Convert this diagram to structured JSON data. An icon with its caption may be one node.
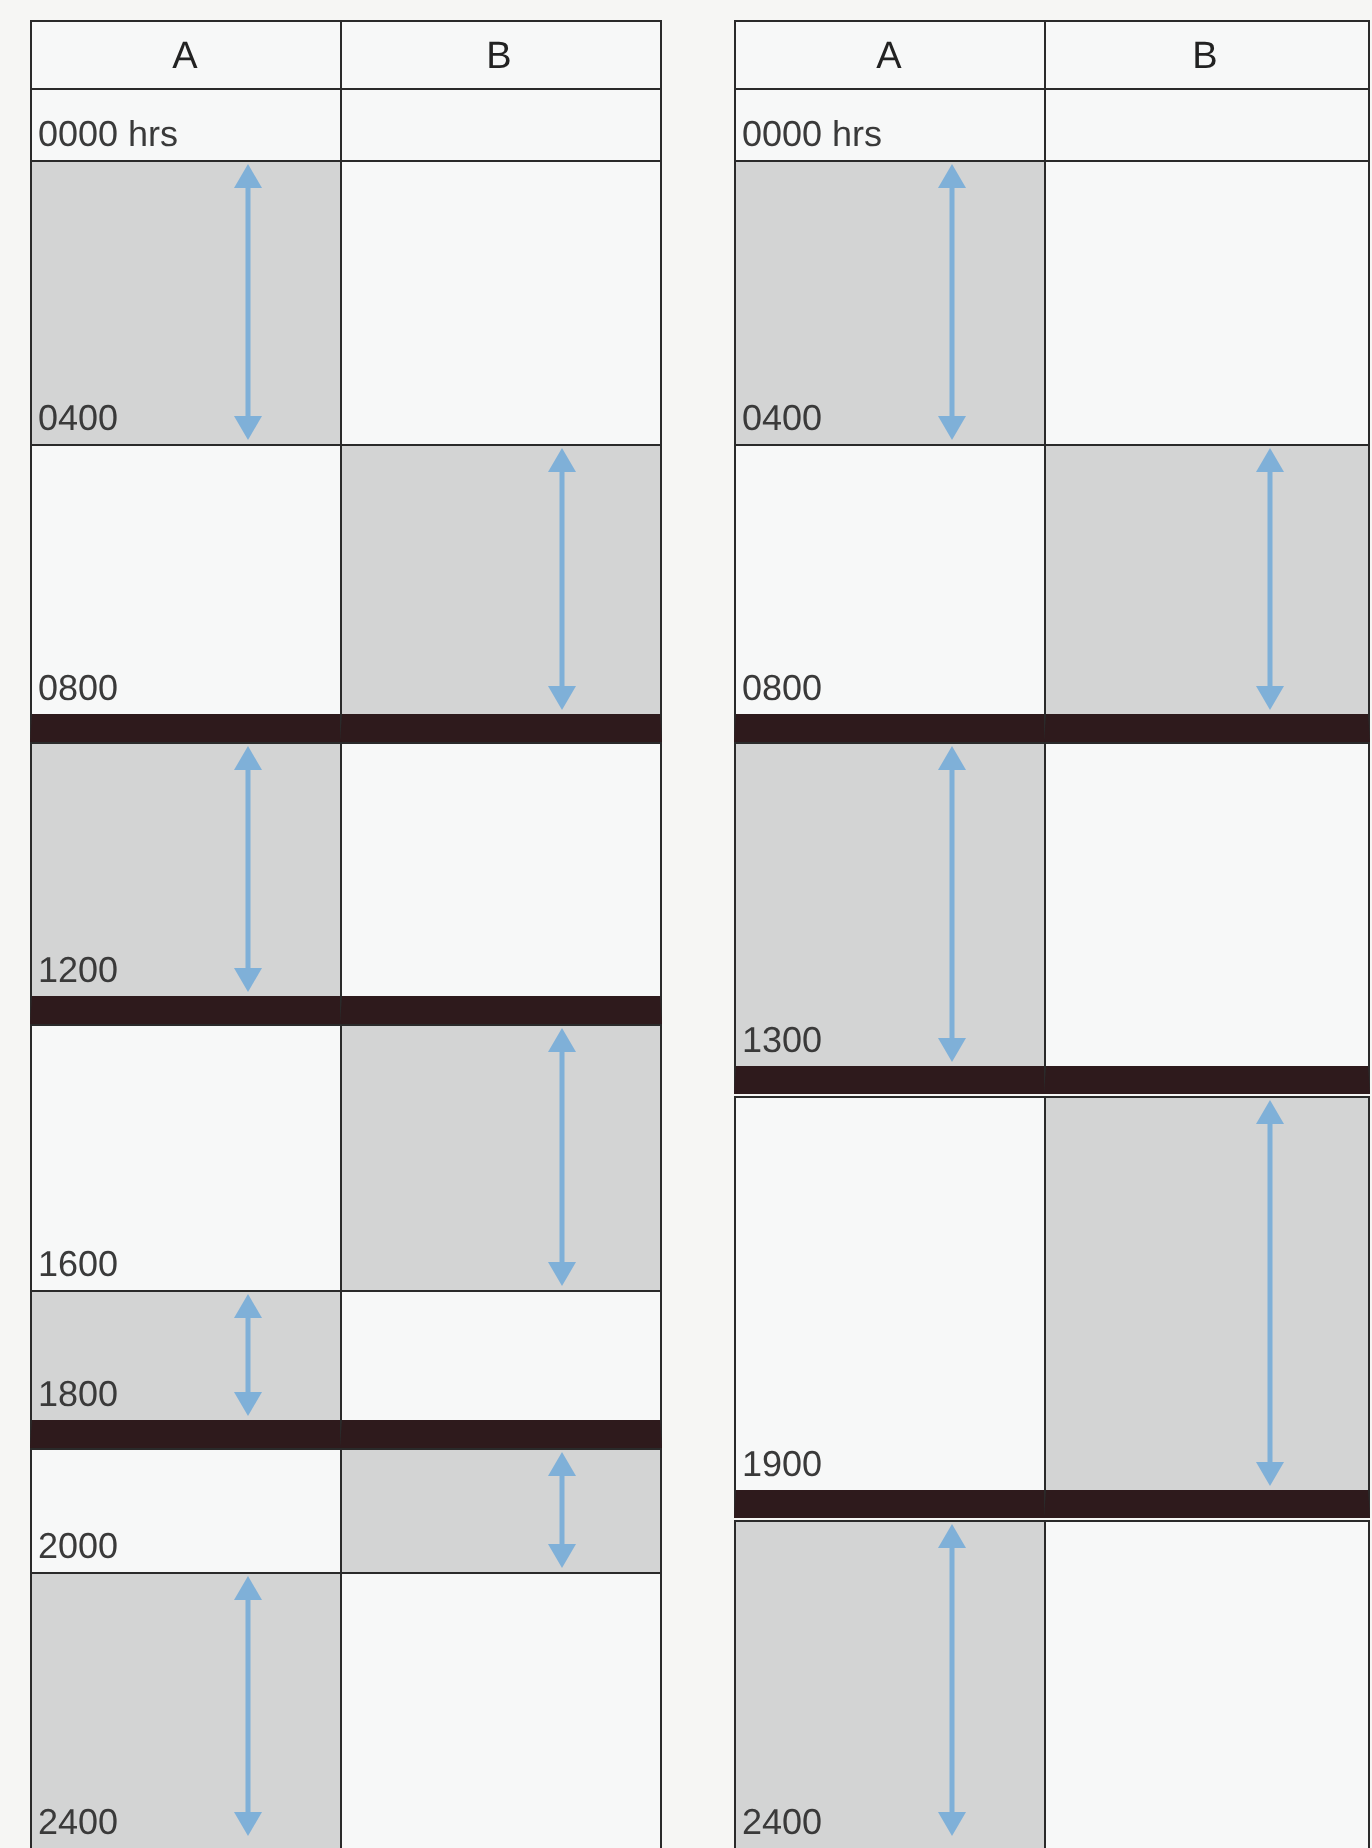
{
  "diagram": {
    "labels": [
      "A",
      "B",
      "0000 hrs",
      "0400",
      "0800",
      "1200",
      "1600",
      "1800",
      "2000",
      "2400",
      "A",
      "B",
      "0000 hrs",
      "0400",
      "0800",
      "1300",
      "1900",
      "2400"
    ]
  }
}
